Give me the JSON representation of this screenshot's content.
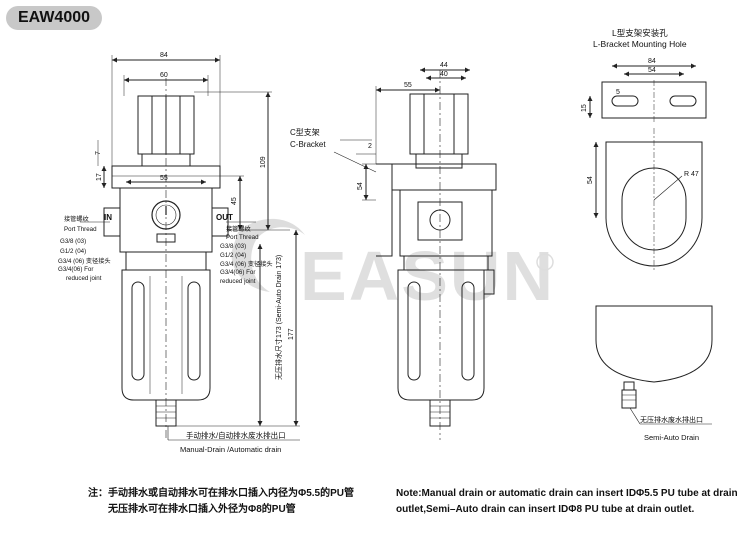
{
  "model": "EAW4000",
  "front": {
    "dims": {
      "d84": "84",
      "d60": "60",
      "d55": "55",
      "d45": "45",
      "d109": "109",
      "d7": "7",
      "d17": "17",
      "d177": "177",
      "d173": "无压排水尺寸173 (Semi-Auto Drain 173)"
    },
    "in_label": "IN",
    "out_label": "OUT",
    "port_left": [
      "接管螺纹",
      "Port Thread",
      "G3/8 (03)",
      "G1/2 (04)",
      "G3/4 (06) 变径接头",
      "G3/4(06) For",
      "reduced joint"
    ],
    "port_right": [
      "接管螺纹",
      "Port Thread",
      "G3/8 (03)",
      "G1/2 (04)",
      "G3/4 (06) 变径接头",
      "G3/4(06) For",
      "reduced joint"
    ],
    "drain_cn": "手动排水/自动排水废水排出口",
    "drain_en": "Manual-Drain /Automatic drain"
  },
  "side": {
    "dims": {
      "d44": "44",
      "d40": "40",
      "d55": "55",
      "d2": "2",
      "d54": "54"
    },
    "cbracket_cn": "C型支架",
    "cbracket_en": "C-Bracket"
  },
  "bracket": {
    "title_cn": "L型支架安装孔",
    "title_en": "L-Bracket  Mounting Hole",
    "dims": {
      "d84": "84",
      "d54": "54",
      "d15": "15",
      "d5": "5",
      "d54v": "54",
      "r": "R 47"
    },
    "semi_cn": "无压排水废水排出口",
    "semi_en": "Semi-Auto Drain"
  },
  "watermark": "EASUN",
  "notes": {
    "cn_1": "注：手动排水或自动排水可在排水口插入内径为Φ5.5的PU管",
    "cn_2": "无压排水可在排水口插入外径为Φ8的PU管",
    "en_1": "Note:Manual drain or automatic drain can insert IDΦ5.5 PU tube at drain",
    "en_2": "outlet,Semi–Auto drain can insert IDΦ8 PU tube at drain outlet."
  }
}
